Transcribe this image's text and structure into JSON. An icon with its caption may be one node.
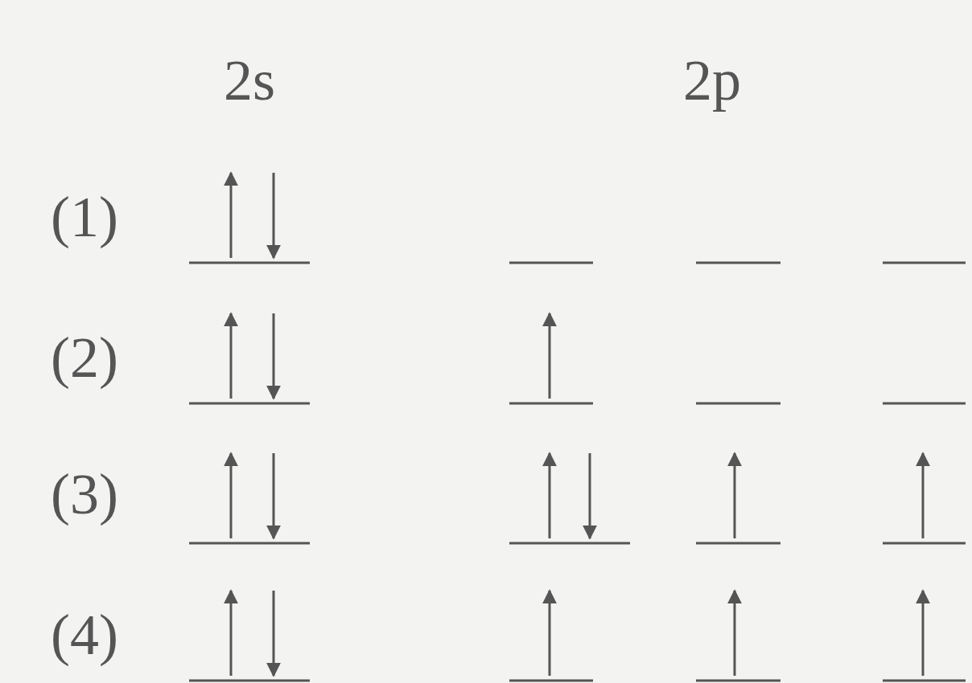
{
  "diagram": {
    "labels": [
      "2s",
      "2p",
      "(1)",
      "(2)",
      "(3)",
      "(4)"
    ]
  }
}
